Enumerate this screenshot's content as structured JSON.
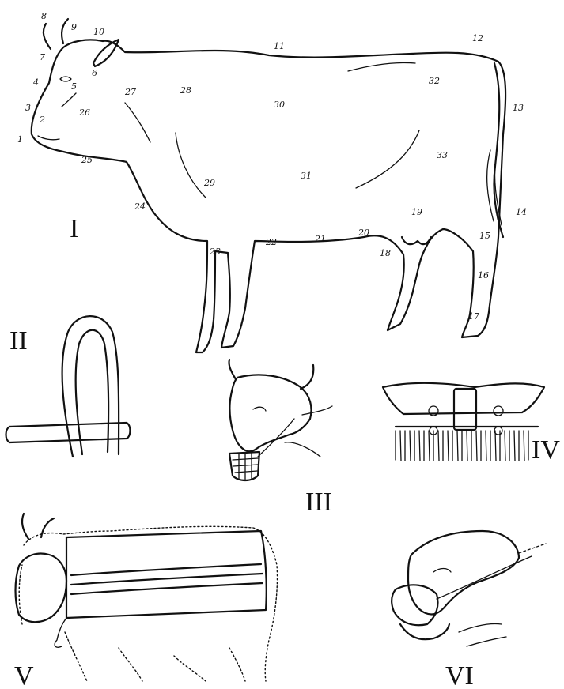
{
  "part_numbers": [
    "1",
    "2",
    "3",
    "4",
    "5",
    "6",
    "7",
    "8",
    "9",
    "10",
    "11",
    "12",
    "13",
    "14",
    "15",
    "16",
    "17",
    "18",
    "19",
    "20",
    "21",
    "22",
    "23",
    "24",
    "25",
    "26",
    "27",
    "28",
    "29",
    "30",
    "31",
    "32",
    "33"
  ],
  "figure_labels": [
    "I",
    "II",
    "III",
    "IV",
    "V",
    "VI"
  ]
}
